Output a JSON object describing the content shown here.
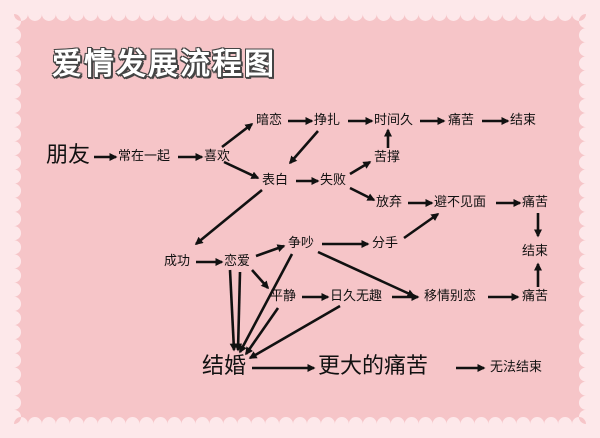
{
  "diagram": {
    "title": "爱情发展流程图",
    "colors": {
      "background": "#f6c5c8",
      "border": "#fde8ea",
      "text": "#111111",
      "arrow": "#111111"
    },
    "nodes": {
      "friend": "朋友",
      "together": "常在一起",
      "like": "喜欢",
      "secret_love": "暗恋",
      "struggle": "挣扎",
      "long_time": "时间久",
      "pain1": "痛苦",
      "end1": "结束",
      "endure": "苦撑",
      "confess": "表白",
      "fail": "失败",
      "give_up": "放弃",
      "avoid": "避不见面",
      "pain2": "痛苦",
      "end2": "结束",
      "success": "成功",
      "in_love": "恋爱",
      "quarrel": "争吵",
      "break_up": "分手",
      "calm": "平静",
      "boring": "日久无趣",
      "affair": "移情别恋",
      "pain3": "痛苦",
      "marriage": "结婚",
      "bigger_pain": "更大的痛苦",
      "no_end": "无法结束"
    }
  }
}
